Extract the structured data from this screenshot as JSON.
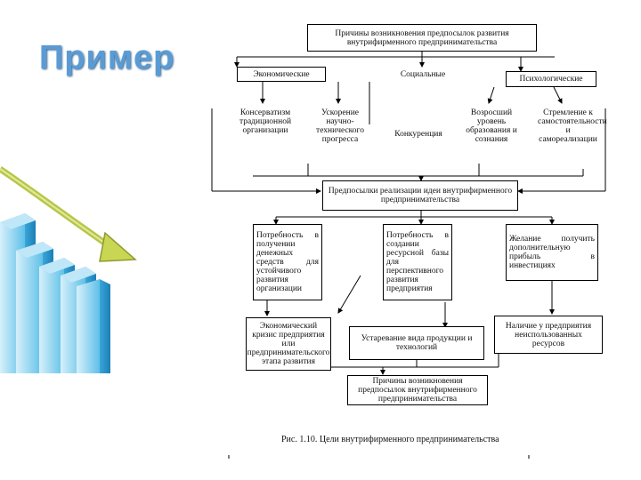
{
  "slide": {
    "title": "Пример"
  },
  "diagram": {
    "top_box": "Причины возникновения предпосылок развития внутрифирменного предпринимательства",
    "cat_economic": "Экономические",
    "cat_social": "Социальные",
    "cat_psych": "Психологические",
    "econ_1": "Консерватизм традиционной организации",
    "econ_2": "Ускорение научно-технического прогресса",
    "econ_3": "Конкуренция",
    "psych_1": "Возросший уровень образования и сознания",
    "psych_2": "Стремление к самостоятельности и самореализации",
    "middle_box": "Предпосылки реализации идеи внутрифирменного предпринимательства",
    "need_1": "Потребность в получении денежных средств для устойчивого развития организации",
    "need_2": "Потребность в создании ресурсной базы для перспективного развития предприятия",
    "need_3": "Желание получить дополнительную прибыль в инвестициях",
    "crisis": "Экономический кризис предприятия или предпринимательского этапа развития",
    "obsolete": "Устаревание вида продукции и технологий",
    "unused": "Наличие у предприятия неиспользованных ресурсов",
    "bottom_box": "Причины возникновения предпосылок внутрифирменного предпринимательства",
    "caption": "Рис. 1.10. Цели внутрифирменного предпринимательства"
  }
}
